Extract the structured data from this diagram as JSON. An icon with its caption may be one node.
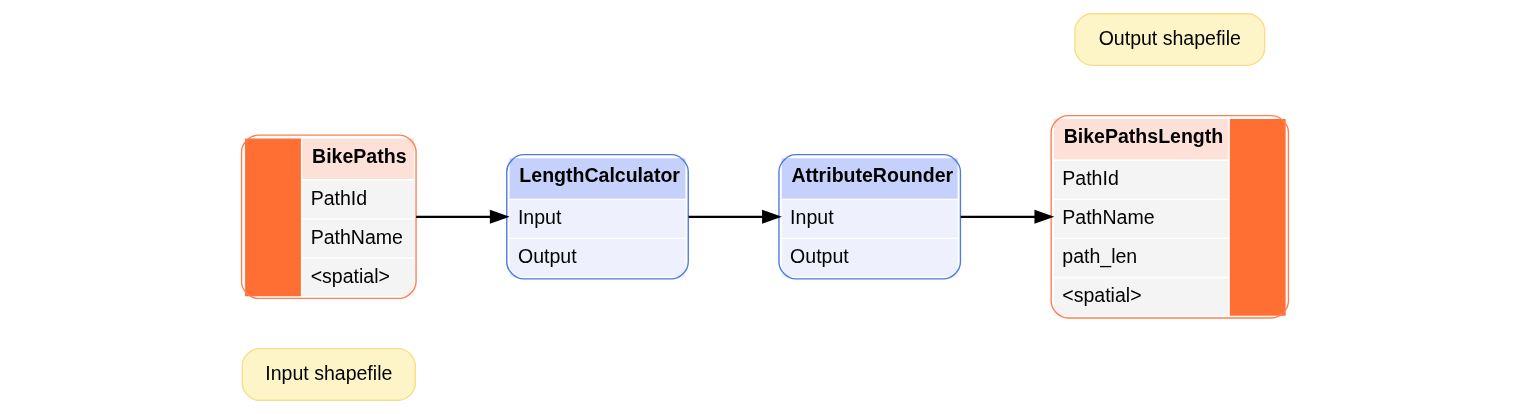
{
  "diagram": {
    "nodes": [
      {
        "text": [
          "Input shapefile"
        ]
      },
      {
        "text": [
          "BikePaths",
          "PathId",
          "PathName",
          "<spatial>"
        ]
      },
      {
        "text": [
          "LengthCalculator",
          "Input",
          "Output"
        ]
      },
      {
        "text": [
          "AttributeRounder",
          "Input",
          "Output"
        ]
      },
      {
        "text": [
          "Output shapefile"
        ]
      },
      {
        "text": [
          "BikePathsLength",
          "PathId",
          "PathName",
          "path_len",
          "<spatial>"
        ]
      }
    ],
    "edges": [
      {
        "from": 1,
        "to": 2,
        "arrow": "to"
      },
      {
        "from": 2,
        "to": 3,
        "arrow": "to"
      },
      {
        "from": 3,
        "to": 5,
        "arrow": "to"
      }
    ]
  }
}
